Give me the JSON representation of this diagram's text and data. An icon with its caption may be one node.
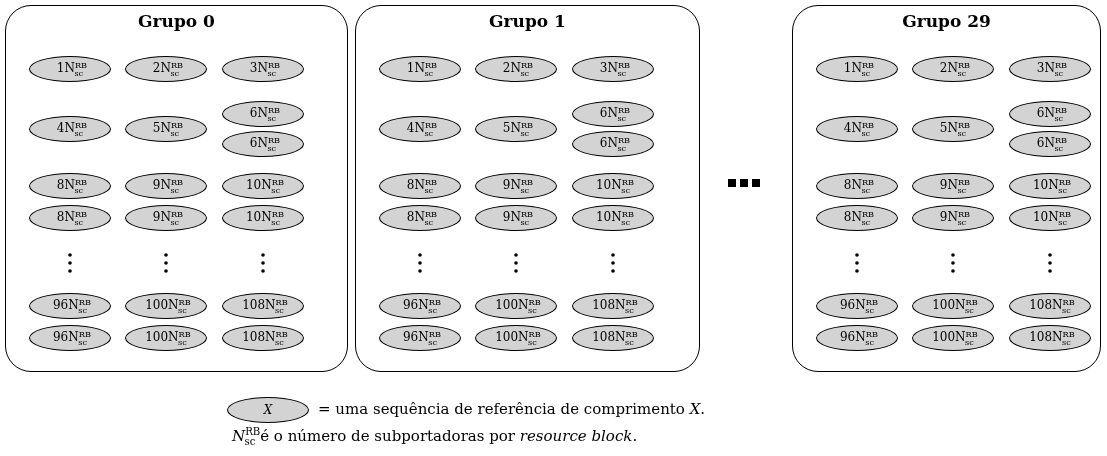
{
  "diagram": {
    "nodes": [
      {
        "text": [
          "Grupo 0"
        ]
      },
      {
        "text": [
          "1N$^{RB}$$_{sc}$"
        ],
        "in": 0
      },
      {
        "text": [
          "2N$^{RB}$$_{sc}$"
        ],
        "in": 0
      },
      {
        "text": [
          "3N$^{RB}$$_{sc}$"
        ],
        "in": 0
      },
      {
        "text": [
          "6N$^{RB}$$_{sc}$"
        ],
        "in": 0
      },
      {
        "text": [
          "4N$^{RB}$$_{sc}$"
        ],
        "in": 0
      },
      {
        "text": [
          "5N$^{RB}$$_{sc}$"
        ],
        "in": 0
      },
      {
        "text": [
          "6N$^{RB}$$_{sc}$"
        ],
        "in": 0
      },
      {
        "text": [
          "8N$^{RB}$$_{sc}$"
        ],
        "in": 0
      },
      {
        "text": [
          "9N$^{RB}$$_{sc}$"
        ],
        "in": 0
      },
      {
        "text": [
          "10N$^{RB}$$_{sc}$"
        ],
        "in": 0
      },
      {
        "text": [
          "8N$^{RB}$$_{sc}$"
        ],
        "in": 0
      },
      {
        "text": [
          "9N$^{RB}$$_{sc}$"
        ],
        "in": 0
      },
      {
        "text": [
          "10N$^{RB}$$_{sc}$"
        ],
        "in": 0
      },
      {
        "text": [
          "96N$^{RB}$$_{sc}$"
        ],
        "in": 0
      },
      {
        "text": [
          "100N$^{RB}$$_{sc}$"
        ],
        "in": 0
      },
      {
        "text": [
          "108N$^{RB}$$_{sc}$"
        ],
        "in": 0
      },
      {
        "text": [
          "96N$^{RB}$$_{sc}$"
        ],
        "in": 0
      },
      {
        "text": [
          "100N$^{RB}$$_{sc}$"
        ],
        "in": 0
      },
      {
        "text": [
          "108N$^{RB}$$_{sc}$"
        ],
        "in": 0
      },
      {
        "text": [
          "Grupo 1"
        ]
      },
      {
        "text": [
          "1N$^{RB}$$_{sc}$"
        ],
        "in": 20
      },
      {
        "text": [
          "2N$^{RB}$$_{sc}$"
        ],
        "in": 20
      },
      {
        "text": [
          "3N$^{RB}$$_{sc}$"
        ],
        "in": 20
      },
      {
        "text": [
          "6N$^{RB}$$_{sc}$"
        ],
        "in": 20
      },
      {
        "text": [
          "4N$^{RB}$$_{sc}$"
        ],
        "in": 20
      },
      {
        "text": [
          "5N$^{RB}$$_{sc}$"
        ],
        "in": 20
      },
      {
        "text": [
          "6N$^{RB}$$_{sc}$"
        ],
        "in": 20
      },
      {
        "text": [
          "8N$^{RB}$$_{sc}$"
        ],
        "in": 20
      },
      {
        "text": [
          "9N$^{RB}$$_{sc}$"
        ],
        "in": 20
      },
      {
        "text": [
          "10N$^{RB}$$_{sc}$"
        ],
        "in": 20
      },
      {
        "text": [
          "8N$^{RB}$$_{sc}$"
        ],
        "in": 20
      },
      {
        "text": [
          "9N$^{RB}$$_{sc}$"
        ],
        "in": 20
      },
      {
        "text": [
          "10N$^{RB}$$_{sc}$"
        ],
        "in": 20
      },
      {
        "text": [
          "96N$^{RB}$$_{sc}$"
        ],
        "in": 20
      },
      {
        "text": [
          "100N$^{RB}$$_{sc}$"
        ],
        "in": 20
      },
      {
        "text": [
          "108N$^{RB}$$_{sc}$"
        ],
        "in": 20
      },
      {
        "text": [
          "96N$^{RB}$$_{sc}$"
        ],
        "in": 20
      },
      {
        "text": [
          "100N$^{RB}$$_{sc}$"
        ],
        "in": 20
      },
      {
        "text": [
          "108N$^{RB}$$_{sc}$"
        ],
        "in": 20
      },
      {
        "text": [
          "Grupo 29"
        ]
      },
      {
        "text": [
          "1N$^{RB}$$_{sc}$"
        ],
        "in": 40
      },
      {
        "text": [
          "2N$^{RB}$$_{sc}$"
        ],
        "in": 40
      },
      {
        "text": [
          "3N$^{RB}$$_{sc}$"
        ],
        "in": 40
      },
      {
        "text": [
          "6N$^{RB}$$_{sc}$"
        ],
        "in": 40
      },
      {
        "text": [
          "4N$^{RB}$$_{sc}$"
        ],
        "in": 40
      },
      {
        "text": [
          "5N$^{RB}$$_{sc}$"
        ],
        "in": 40
      },
      {
        "text": [
          "6N$^{RB}$$_{sc}$"
        ],
        "in": 40
      },
      {
        "text": [
          "8N$^{RB}$$_{sc}$"
        ],
        "in": 40
      },
      {
        "text": [
          "9N$^{RB}$$_{sc}$"
        ],
        "in": 40
      },
      {
        "text": [
          "10N$^{RB}$$_{sc}$"
        ],
        "in": 40
      },
      {
        "text": [
          "8N$^{RB}$$_{sc}$"
        ],
        "in": 40
      },
      {
        "text": [
          "9N$^{RB}$$_{sc}$"
        ],
        "in": 40
      },
      {
        "text": [
          "10N$^{RB}$$_{sc}$"
        ],
        "in": 40
      },
      {
        "text": [
          "96N$^{RB}$$_{sc}$"
        ],
        "in": 40
      },
      {
        "text": [
          "100N$^{RB}$$_{sc}$"
        ],
        "in": 40
      },
      {
        "text": [
          "108N$^{RB}$$_{sc}$"
        ],
        "in": 40
      },
      {
        "text": [
          "96N$^{RB}$$_{sc}$"
        ],
        "in": 40
      },
      {
        "text": [
          "100N$^{RB}$$_{sc}$"
        ],
        "in": 40
      },
      {
        "text": [
          "108N$^{RB}$$_{sc}$"
        ],
        "in": 40
      },
      {
        "text": [
          "X"
        ]
      }
    ],
    "edges": [],
    "labels": [
      "= uma sequência de referência de comprimento *X*.",
      "*N*$^{RB}$$_{sc}$ é o número de subportadoras por *resource block*."
    ]
  }
}
